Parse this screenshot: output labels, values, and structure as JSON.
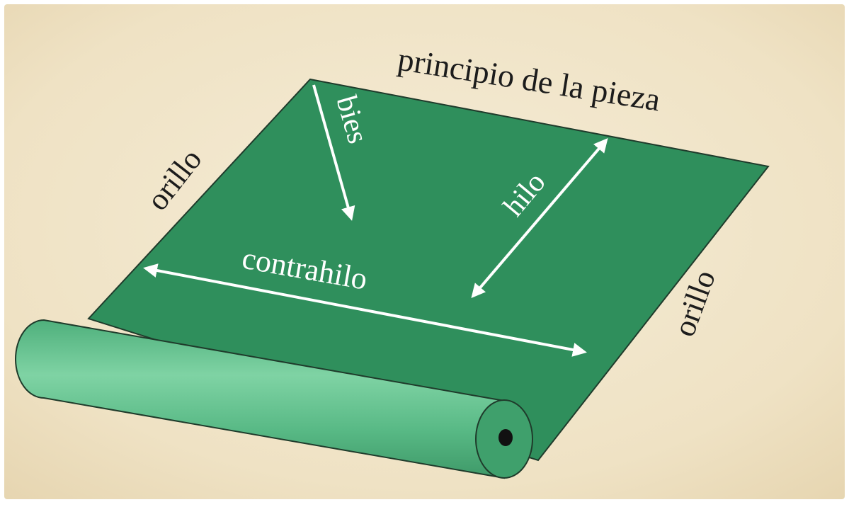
{
  "labels": {
    "principio": "principio de la pieza",
    "orillo_left": "orillo",
    "orillo_right": "orillo",
    "bies": "bies",
    "hilo": "hilo",
    "contrahilo": "contrahilo"
  },
  "colors": {
    "background": "#efe3c7",
    "fabric": "#2f8f5c",
    "roll": "#5fc08b",
    "outline": "#1f3b2b",
    "arrow": "#ffffff",
    "text_dark": "#1c1c1c"
  }
}
